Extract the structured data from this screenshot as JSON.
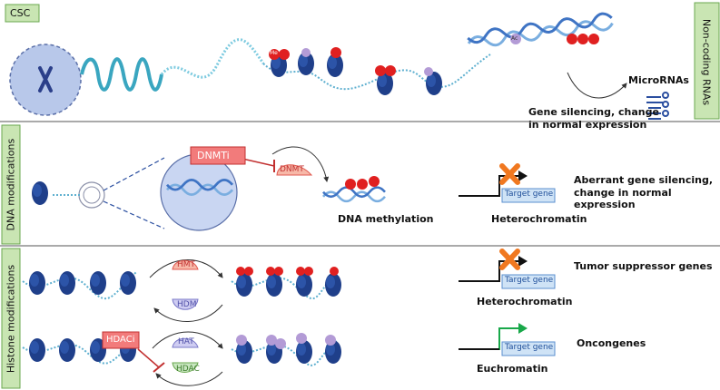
{
  "labels": {
    "csc": "CSC",
    "non_coding_rnas": "Non-coding RNAs",
    "dna_modifications": "DNA modifications",
    "histone_modifications": "Histone modifications"
  },
  "top": {
    "micrornas": "MicroRNAs",
    "gene_silencing": "Gene silencing, change",
    "gene_silencing_2": "in normal expression"
  },
  "dna": {
    "dnmti": "DNMTi",
    "dnmt": "DNMT",
    "dna_methylation": "DNA methylation",
    "heterochromatin": "Heterochromatin",
    "target_gene": "Target gene",
    "aberrant_1": "Aberrant gene silencing,",
    "aberrant_2": "change in normal expression"
  },
  "histone": {
    "hmt": "HMT",
    "hdm": "HDM",
    "hat": "HAT",
    "hdac": "HDAC",
    "hdaci": "HDACi",
    "heterochromatin": "Heterochromatin",
    "euchromatin": "Euchromatin",
    "target_gene": "Target gene",
    "tumor_suppressor": "Tumor suppressor genes",
    "oncongenes": "Oncongenes"
  },
  "marks": {
    "me": "Me",
    "ac": "Ac"
  },
  "colors": {
    "nucleosome": "#1f3f8a",
    "dna_helix": "#7aaee0",
    "methyl": "#e02020",
    "acetyl": "#b39bd6",
    "panel_green": "#c9e5b3",
    "inhibitor_red": "#f27b7b",
    "silenced_x": "#f07820",
    "active_arrow": "#19a84a"
  }
}
